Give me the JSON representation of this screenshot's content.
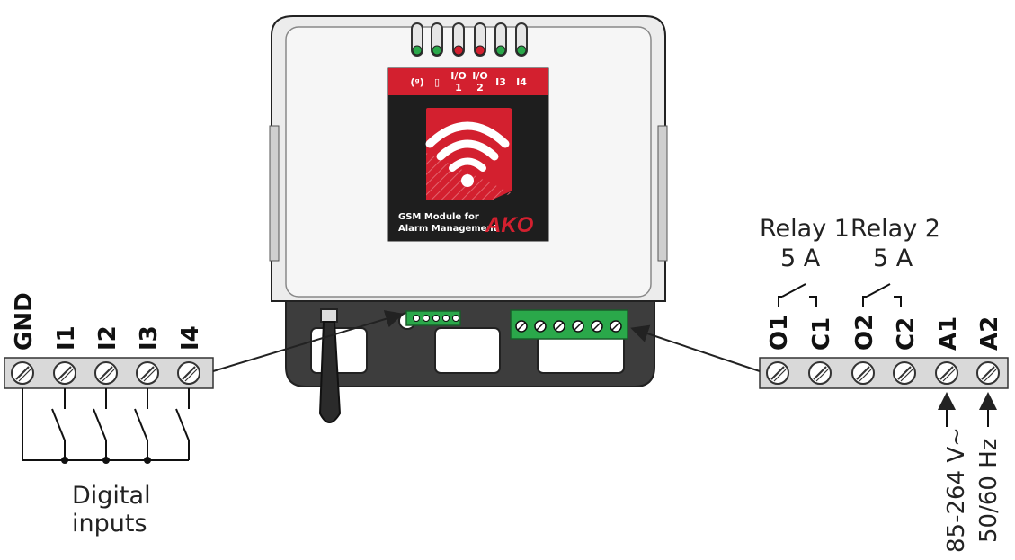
{
  "device": {
    "led_labels": [
      "(ᵍ)",
      "▯",
      "I/O",
      "I/O",
      "I3",
      "I4"
    ],
    "led_sublabels": [
      "",
      "",
      "1",
      "2",
      "",
      ""
    ],
    "led_colors": [
      "#2aa84a",
      "#2aa84a",
      "#d3202f",
      "#d3202f",
      "#2aa84a",
      "#2aa84a"
    ],
    "module_line1": "GSM Module for",
    "module_line2": "Alarm Management",
    "brand": "AKO",
    "accent_color": "#d3202f"
  },
  "left_terminals": [
    "GND",
    "I1",
    "I2",
    "I3",
    "I4"
  ],
  "left_caption_line1": "Digital",
  "left_caption_line2": "inputs",
  "relay1": {
    "name": "Relay 1",
    "rating": "5 A"
  },
  "relay2": {
    "name": "Relay 2",
    "rating": "5 A"
  },
  "right_terminals": [
    "O1",
    "C1",
    "O2",
    "C2",
    "A1",
    "A2"
  ],
  "supply": {
    "voltage": "85-264 V~",
    "frequency": "50/60 Hz"
  }
}
